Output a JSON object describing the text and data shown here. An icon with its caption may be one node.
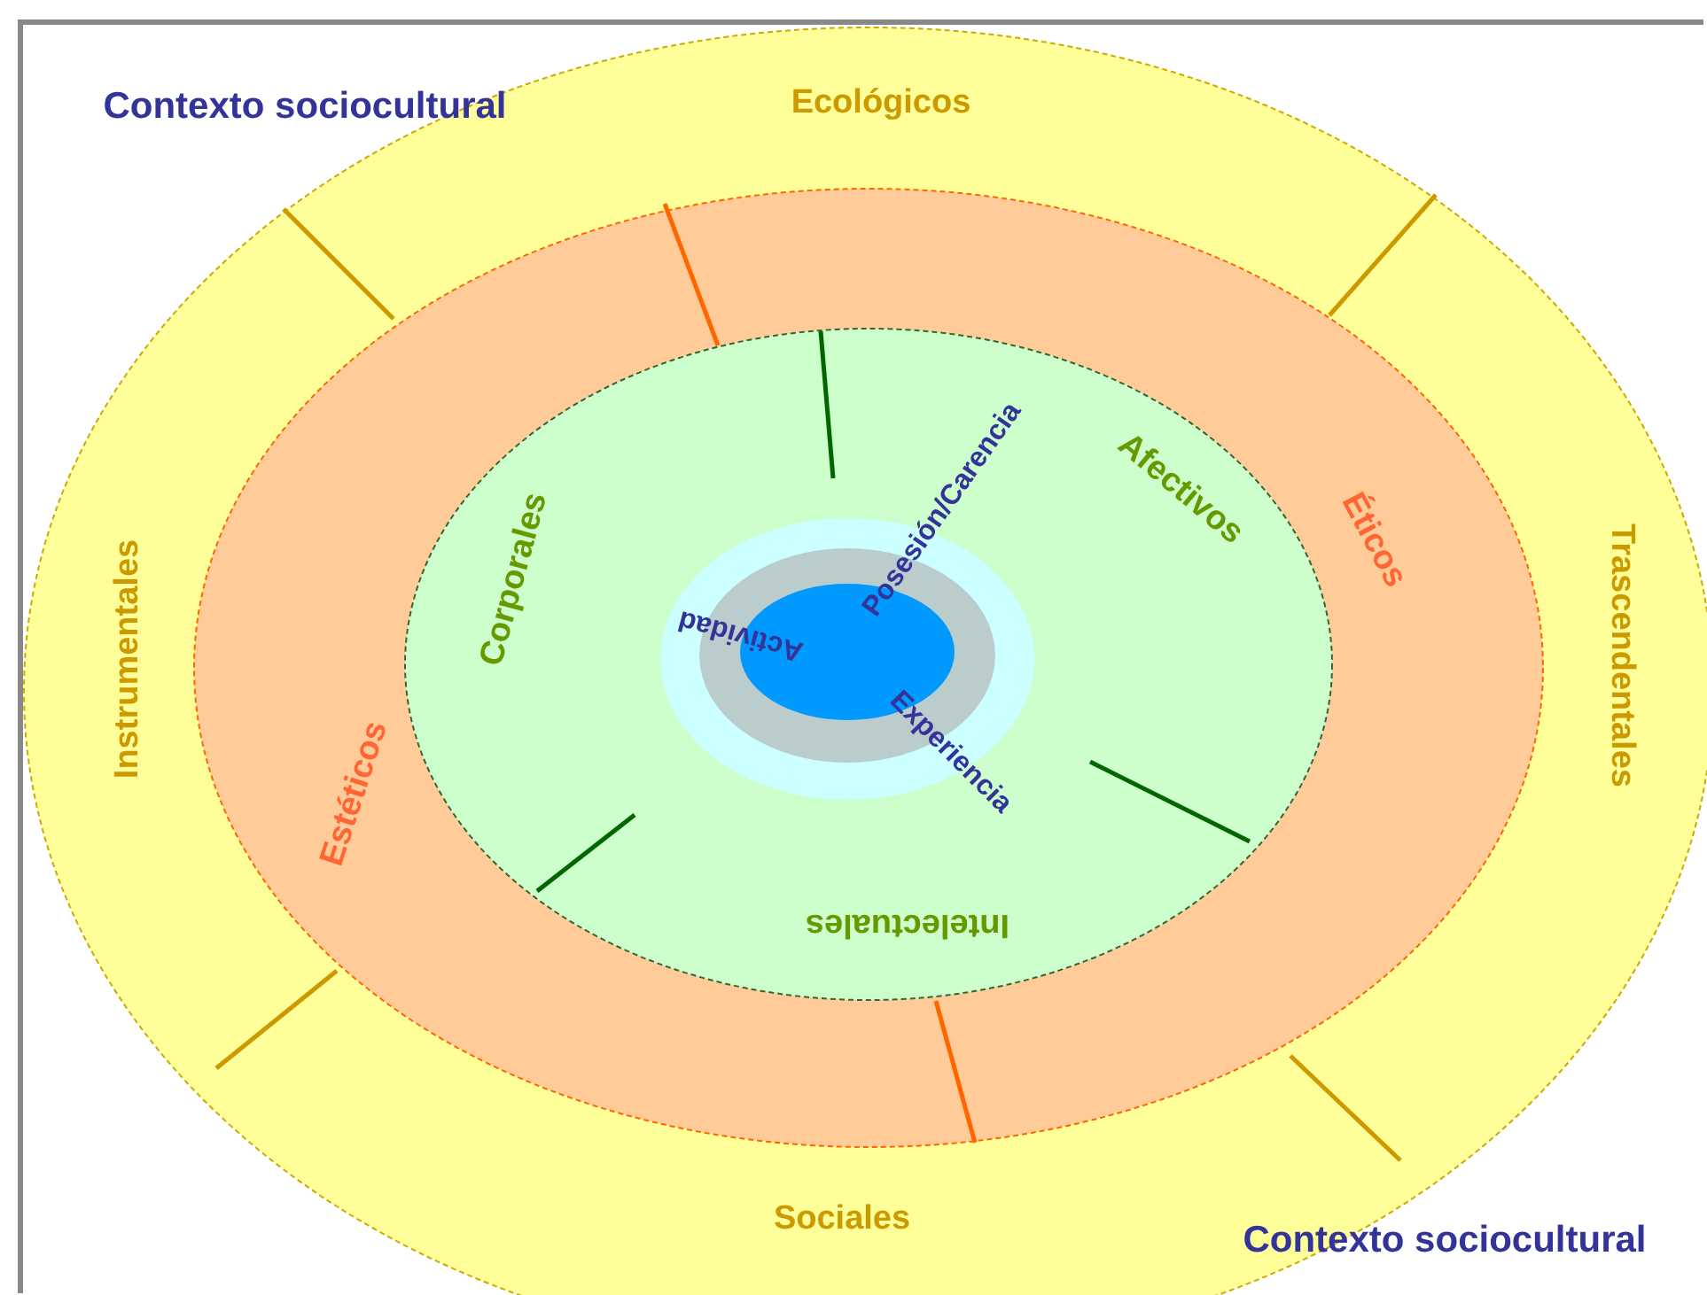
{
  "diagram": {
    "nodes": [
      {
        "text": [
          "Ecológicos",
          "Trascendentales",
          "Sociales",
          "Instrumentales"
        ]
      },
      {
        "text": [
          "Éticos",
          "Estéticos"
        ],
        "in": 0
      },
      {
        "text": [
          "Afectivos",
          "Intelectuales",
          "Corporales"
        ],
        "in": 1
      },
      {
        "text": [
          "Posesión/Carencia",
          "Experiencia"
        ],
        "in": 2
      },
      {
        "text": [
          "Actividad"
        ],
        "in": 3
      },
      {
        "text": [],
        "shape": "ellipse",
        "in": 4
      }
    ],
    "labels": [
      "Contexto sociocultural",
      "Contexto sociocultural"
    ]
  }
}
